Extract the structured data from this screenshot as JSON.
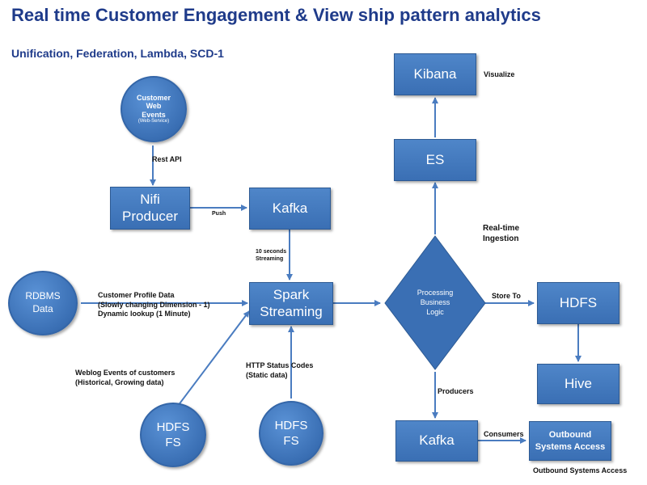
{
  "title": "Real time Customer Engagement & View ship pattern analytics",
  "subtitle": "Unification, Federation, Lambda, SCD-1",
  "nodes": {
    "customer_web_events": {
      "line1": "Customer",
      "line2": "Web",
      "line3": "Events",
      "line4": "(Web-Service)"
    },
    "nifi": {
      "line1": "Nifi",
      "line2": "Producer"
    },
    "kafka_top": "Kafka",
    "spark": {
      "line1": "Spark",
      "line2": "Streaming"
    },
    "rdbms": {
      "line1": "RDBMS",
      "line2": "Data"
    },
    "hdfs_left": {
      "line1": "HDFS",
      "line2": "FS"
    },
    "hdfs_mid": {
      "line1": "HDFS",
      "line2": "FS"
    },
    "processing": {
      "line1": "Processing",
      "line2": "Business",
      "line3": "Logic"
    },
    "es": "ES",
    "kibana": "Kibana",
    "hdfs_right": "HDFS",
    "hive": "Hive",
    "kafka_bottom": "Kafka",
    "outbound": {
      "line1": "Outbound",
      "line2": "Systems Access"
    }
  },
  "labels": {
    "rest_api": "Rest API",
    "push": "Push",
    "ten_seconds_1": "10 seconds",
    "ten_seconds_2": "Streaming",
    "customer_profile_1": "Customer Profile Data",
    "customer_profile_2": "(Slowly changing Dimension - 1)",
    "customer_profile_3": "Dynamic lookup (1 Minute)",
    "weblog_1": "Weblog Events of customers",
    "weblog_2": "(Historical,  Growing data)",
    "http_1": "HTTP Status Codes",
    "http_2": "(Static data)",
    "visualize": "Visualize",
    "realtime_1": "Real-time",
    "realtime_2": "Ingestion",
    "store_to": "Store To",
    "producers": "Producers",
    "consumers": "Consumers",
    "outbound_caption": "Outbound  Systems Access"
  },
  "colors": {
    "title": "#1f3b8a",
    "node": "#3a6fb4",
    "arrow": "#4a7cc0"
  }
}
